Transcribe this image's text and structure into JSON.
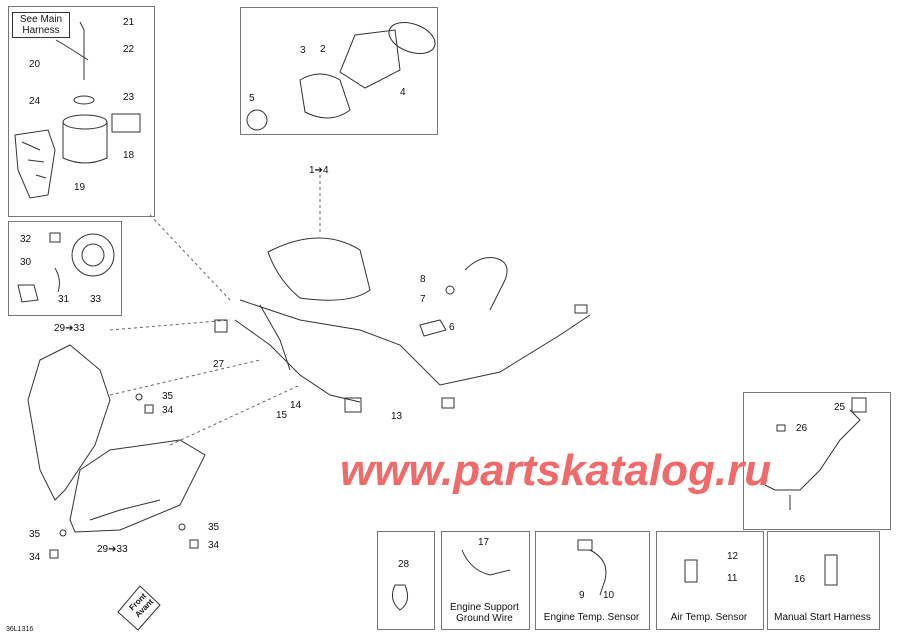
{
  "callouts": {
    "see_main_harness": "See Main\nHarness"
  },
  "labels": {
    "n21": "21",
    "n22": "22",
    "n20": "20",
    "n24": "24",
    "n23": "23",
    "n18": "18",
    "n19": "19",
    "n3": "3",
    "n2": "2",
    "n5": "5",
    "n4": "4",
    "n1to4": "1➔4",
    "n32": "32",
    "n30": "30",
    "n31": "31",
    "n33": "33",
    "n29to33a": "29➔33",
    "n8": "8",
    "n7": "7",
    "n6": "6",
    "n27": "27",
    "n15": "15",
    "n14": "14",
    "n13": "13",
    "n35a": "35",
    "n34a": "34",
    "n35b": "35",
    "n34b": "34",
    "n35c": "35",
    "n34c": "34",
    "n29to33b": "29➔33",
    "n25": "25",
    "n26": "26",
    "n28": "28",
    "n17": "17",
    "n9": "9",
    "n10": "10",
    "n12": "12",
    "n11": "11",
    "n16": "16"
  },
  "captions": {
    "engine_support": "Engine Support\nGround Wire",
    "engine_temp": "Engine Temp. Sensor",
    "air_temp": "Air Temp. Sensor",
    "manual_start": "Manual Start Harness"
  },
  "watermark": "www.partskatalog.ru",
  "front_arrow": "Front\nAvant",
  "image_code": "36L1316",
  "colors": {
    "watermark": "#f06a6a",
    "line": "#333333",
    "box": "#777777"
  }
}
